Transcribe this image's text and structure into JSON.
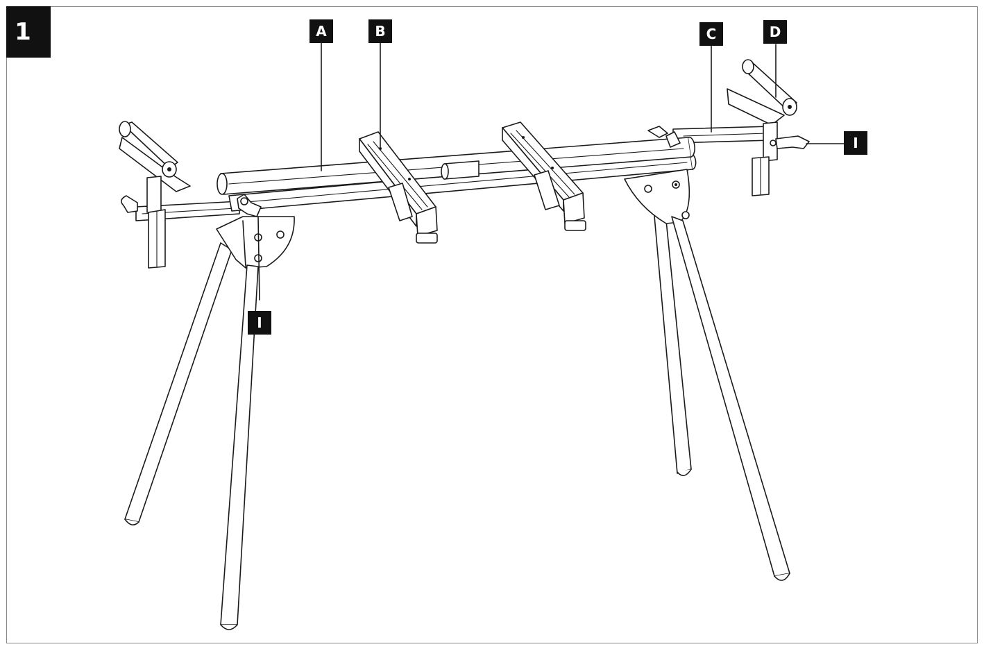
{
  "figure": {
    "number": "1"
  },
  "callouts": {
    "A": "A",
    "B": "B",
    "C": "C",
    "D": "D",
    "I_left": "I",
    "I_right": "I"
  },
  "colors": {
    "line": "#1a1a1a",
    "badge": "#111111",
    "frame": "#8a8a8a",
    "background": "#ffffff"
  }
}
